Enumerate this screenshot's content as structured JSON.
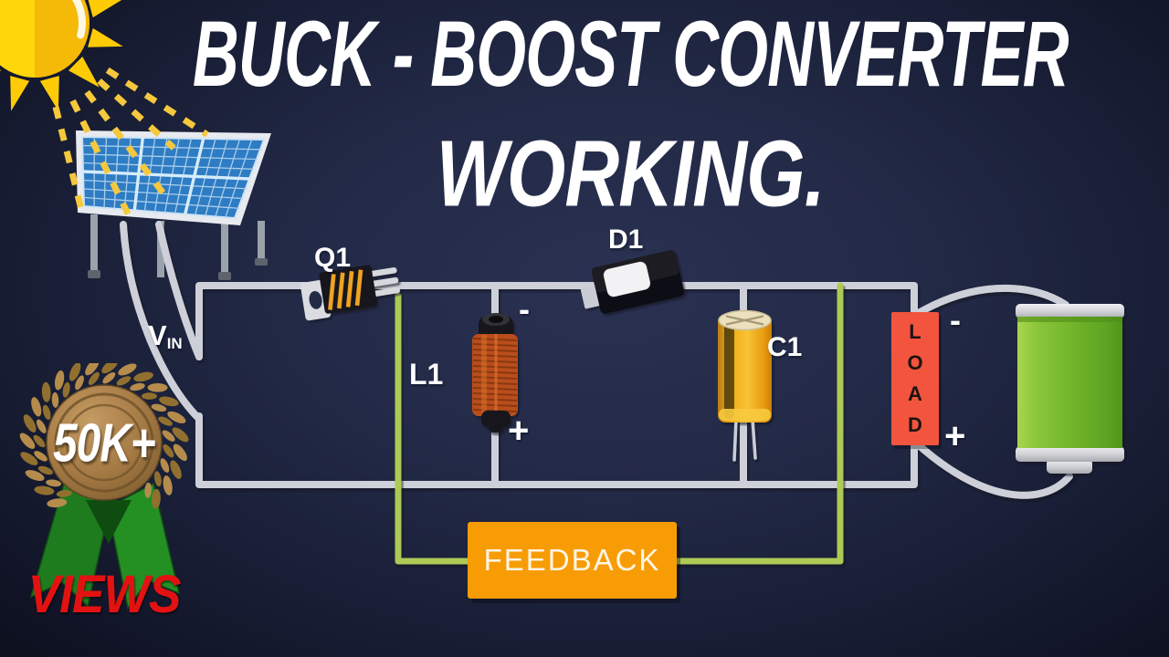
{
  "title": {
    "line1": "BUCK - BOOST CONVERTER",
    "line2": "WORKING."
  },
  "badge": {
    "views_count": "50K+",
    "views_label": "VIEWS"
  },
  "circuit": {
    "input_label": {
      "main": "V",
      "sub": "IN"
    },
    "transistor_label": "Q1",
    "inductor_label": "L1",
    "inductor_minus": "-",
    "inductor_plus": "+",
    "diode_label": "D1",
    "capacitor_label": "C1",
    "load_label": "LOAD",
    "load_minus": "-",
    "load_plus": "+",
    "feedback_label": "FEEDBACK"
  },
  "colors": {
    "background_navy": "#1c2340",
    "wire_gray": "#cdd0d8",
    "feedback_wire_green": "#adc957",
    "feedback_box_orange": "#f89c05",
    "load_red": "#f2543e",
    "battery_green": "#76b92e",
    "capacitor_yellow": "#f0ab1b",
    "coil_copper": "#c2571f",
    "sun_yellow": "#ffd60a",
    "solar_panel_blue": "#2e7cc3",
    "medal_bronze": "#a87c46",
    "ribbon_green": "#1e7c1e",
    "views_red": "#e31212"
  }
}
